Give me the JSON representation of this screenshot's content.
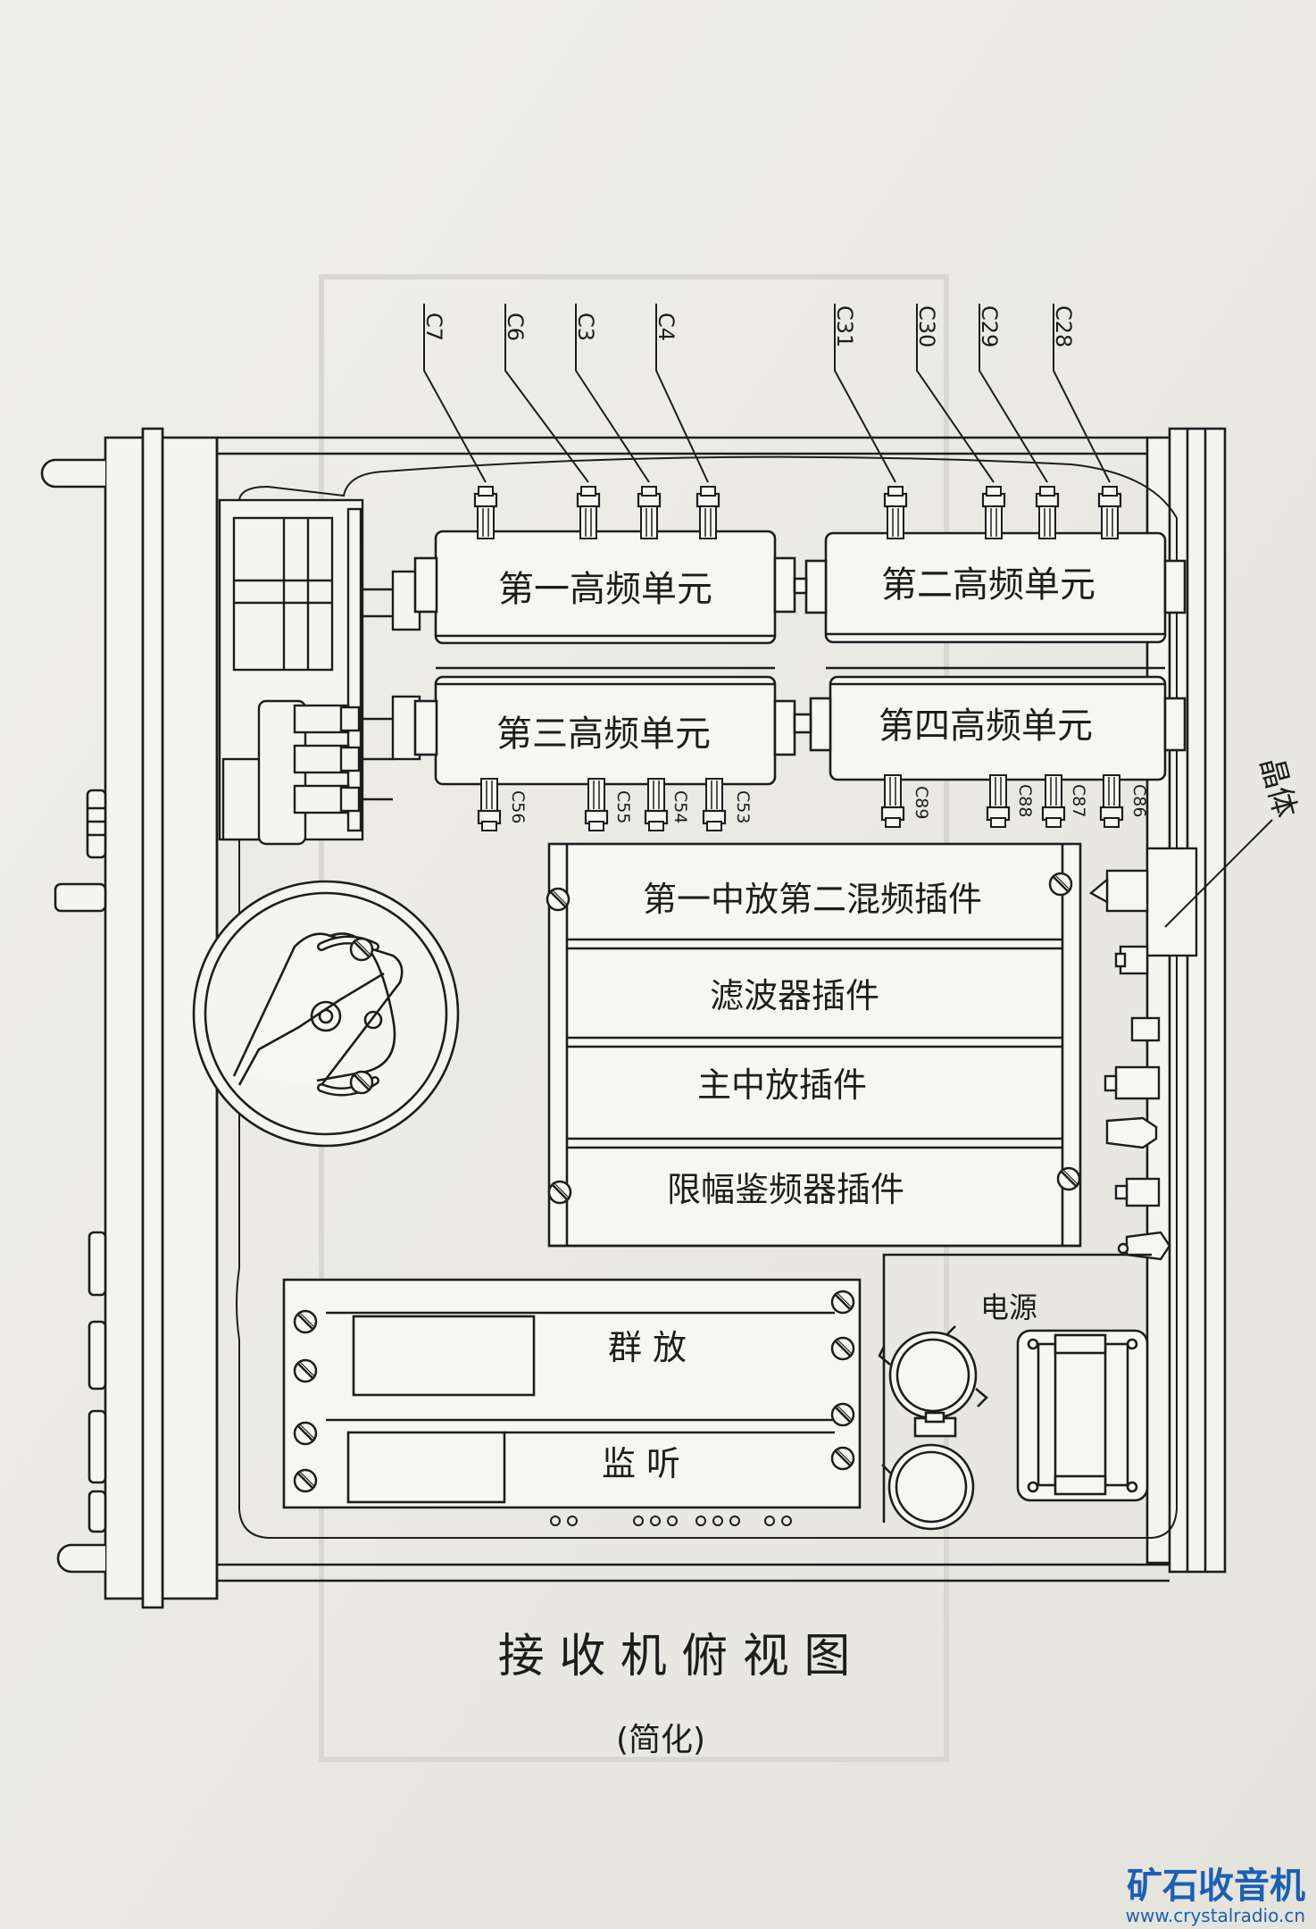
{
  "diagram": {
    "title": "接 收 机 俯 视 图",
    "subtitle": "(简化)",
    "watermark": {
      "brand": "矿石收音机",
      "url": "www.crystalradio.cn",
      "color": "#1a5fb4"
    },
    "rf_units": {
      "unit1": "第一高频单元",
      "unit2": "第二高频单元",
      "unit3": "第三高频单元",
      "unit4": "第四高频单元"
    },
    "plugins": {
      "if1_mixer2": "第一中放第二混频插件",
      "filter": "滤波器插件",
      "main_if": "主中放插件",
      "limiter_discriminator": "限幅鉴频器插件"
    },
    "amp": {
      "group_amp": "群 放",
      "monitor": "监 听"
    },
    "power": "电源",
    "side_label": "晶体",
    "capacitors_top": {
      "c7": "C7",
      "c6": "C6",
      "c3": "C3",
      "c4": "C4",
      "c31": "C31",
      "c30": "C30",
      "c29": "C29",
      "c28": "C28"
    },
    "capacitors_bottom": {
      "c56": "C56",
      "c55": "C55",
      "c54": "C54",
      "c53": "C53",
      "c89": "C89",
      "c88": "C88",
      "c87": "C87",
      "c86": "C86"
    },
    "colors": {
      "ink": "#1d1d1d",
      "paper": "#ecece6"
    }
  }
}
